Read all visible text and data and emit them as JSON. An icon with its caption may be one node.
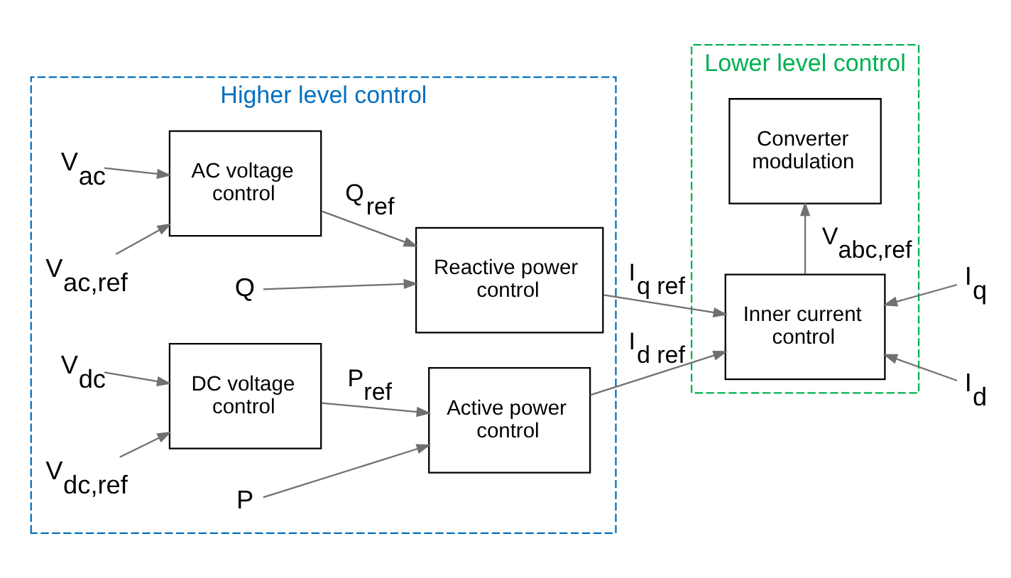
{
  "diagram": {
    "nodes": [
      {
        "text": [
          "Higher level control"
        ]
      },
      {
        "text": [
          "V$_{ac,ref}$"
        ],
        "in": 0
      },
      {
        "text": [
          "V$_{ac}$"
        ],
        "in": 0
      },
      {
        "text": [
          "AC voltage control"
        ],
        "in": 0
      },
      {
        "text": [
          "Q"
        ],
        "in": 0
      },
      {
        "text": [
          "Reactive power control"
        ],
        "in": 0
      },
      {
        "text": [
          "V$_{dc,ref}$"
        ],
        "in": 0
      },
      {
        "text": [
          "V$_{dc}$"
        ],
        "in": 0
      },
      {
        "text": [
          "DC voltage control"
        ],
        "in": 0
      },
      {
        "text": [
          "P"
        ],
        "in": 0
      },
      {
        "text": [
          "Active power control"
        ],
        "in": 0
      },
      {
        "text": [
          "Lower level control"
        ]
      },
      {
        "text": [
          "Converter modulation"
        ],
        "in": 11
      },
      {
        "text": [
          "Inner current control"
        ],
        "in": 11
      },
      {
        "text": [
          "I$_{q}$"
        ]
      },
      {
        "text": [
          "I$_{d}$"
        ]
      }
    ],
    "edges": [
      {
        "from": 1,
        "to": 3,
        "arrow": "to"
      },
      {
        "from": 2,
        "to": 3,
        "arrow": "to"
      },
      {
        "from": 3,
        "to": 5,
        "arrow": "to",
        "label": "Q$_{ref}$"
      },
      {
        "from": 4,
        "to": 5,
        "arrow": "to"
      },
      {
        "from": 6,
        "to": 8,
        "arrow": "to"
      },
      {
        "from": 7,
        "to": 8,
        "arrow": "to"
      },
      {
        "from": 8,
        "to": 10,
        "arrow": "to",
        "label": "P$_{ref}$"
      },
      {
        "from": 9,
        "to": 10,
        "arrow": "to"
      },
      {
        "from": 5,
        "to": 13,
        "arrow": "to",
        "label": "I$_{q ref}$"
      },
      {
        "from": 10,
        "to": 13,
        "arrow": "to",
        "label": "I$_{d ref}$"
      },
      {
        "from": 13,
        "to": 12,
        "arrow": "to",
        "label": "V$_{abc,ref}$"
      },
      {
        "from": 14,
        "to": 13,
        "arrow": "to"
      },
      {
        "from": 15,
        "to": 13,
        "arrow": "to"
      }
    ]
  }
}
